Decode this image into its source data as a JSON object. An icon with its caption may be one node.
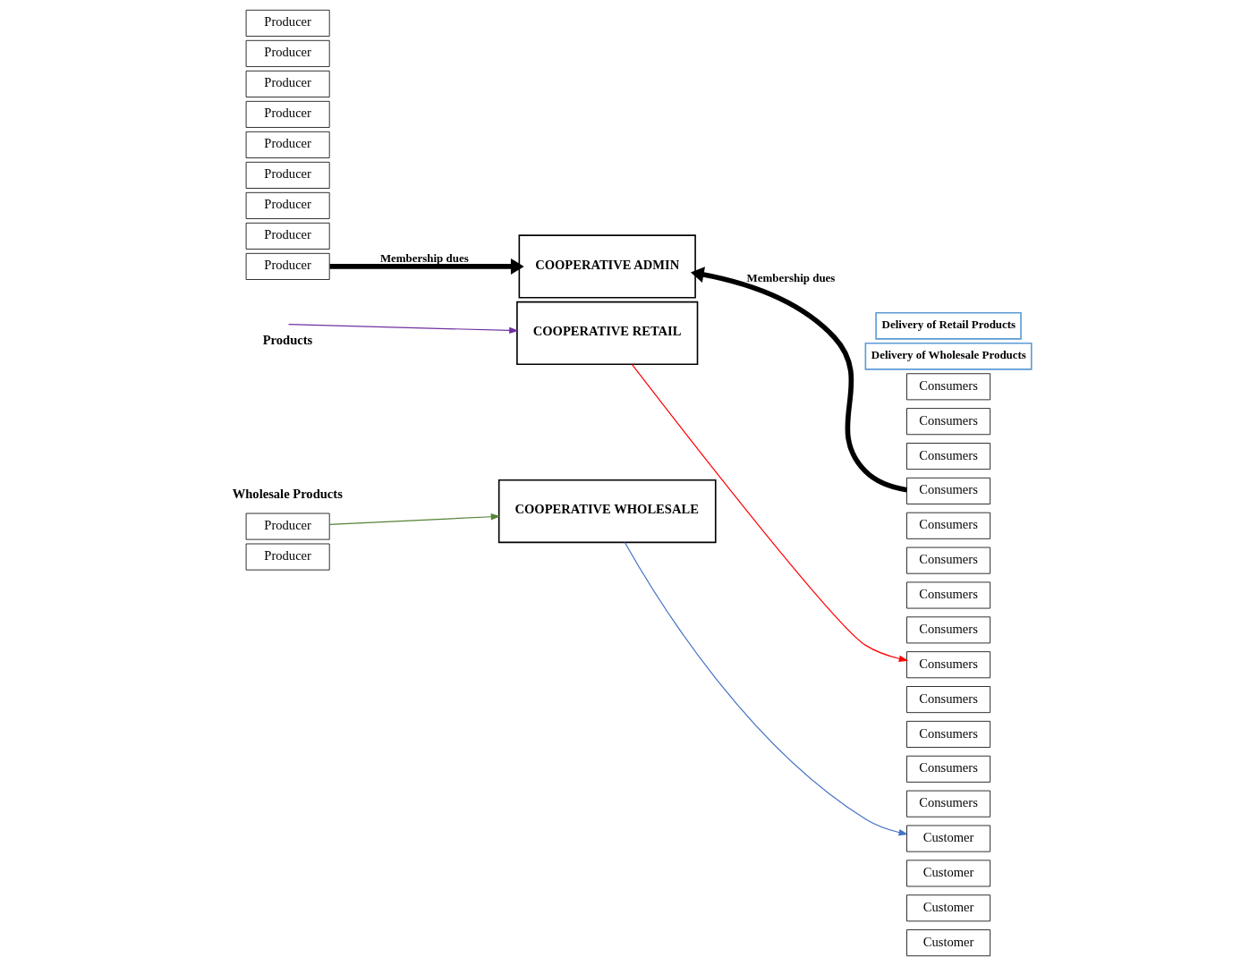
{
  "diagram": {
    "nodes": [
      {
        "text": [
          "Producer"
        ]
      },
      {
        "text": [
          "Producer"
        ]
      },
      {
        "text": [
          "Producer"
        ]
      },
      {
        "text": [
          "Producer"
        ]
      },
      {
        "text": [
          "Producer"
        ]
      },
      {
        "text": [
          "Producer"
        ]
      },
      {
        "text": [
          "Producer"
        ]
      },
      {
        "text": [
          "Producer"
        ]
      },
      {
        "text": [
          "COOPERATIVE ADMIN"
        ]
      },
      {
        "text": [
          "COOPERATIVE RETAIL"
        ]
      },
      {
        "text": [
          "COOPERATIVE WHOLESALE"
        ]
      },
      {
        "text": [
          "Producer"
        ]
      },
      {
        "text": [
          "Producer"
        ]
      },
      {
        "text": [
          "Producer"
        ]
      },
      {
        "text": [
          "Consumers"
        ]
      },
      {
        "text": [
          "Consumers"
        ]
      },
      {
        "text": [
          "Consumers"
        ]
      },
      {
        "text": [
          "Consumers"
        ]
      },
      {
        "text": [
          "Consumers"
        ]
      },
      {
        "text": [
          "Consumers"
        ]
      },
      {
        "text": [
          "Consumers"
        ]
      },
      {
        "text": [
          "Consumers"
        ]
      },
      {
        "text": [
          "Consumers"
        ]
      },
      {
        "text": [
          "Consumers"
        ]
      },
      {
        "text": [
          "Consumers"
        ]
      },
      {
        "text": [
          "Consumers"
        ]
      },
      {
        "text": [
          "Consumers"
        ]
      },
      {
        "text": [
          "Delivery of Retail Products"
        ]
      },
      {
        "text": [
          "Delivery of Wholesale Products"
        ]
      },
      {
        "text": [
          "Customer"
        ]
      },
      {
        "text": [
          "Customer"
        ]
      },
      {
        "text": [
          "Customer"
        ]
      },
      {
        "text": [
          "Customer"
        ]
      }
    ],
    "edges": [
      {
        "from": 1,
        "to": 8,
        "arrow": "to",
        "label": "Membership dues",
        "style": "thick"
      },
      {
        "from": 17,
        "to": 8,
        "arrow": "to",
        "label": "Membership dues",
        "style": "thick"
      },
      {
        "from": null,
        "to": 9,
        "arrow": "to",
        "color": "#7030a0"
      },
      {
        "from": 9,
        "to": 22,
        "arrow": "to",
        "color": "#ff0000"
      },
      {
        "from": 11,
        "to": 10,
        "arrow": "to",
        "color": "#548235"
      },
      {
        "from": 10,
        "to": 29,
        "arrow": "to",
        "color": "#4472c4"
      }
    ],
    "labels": [
      "Products",
      "Wholesale Products"
    ]
  }
}
